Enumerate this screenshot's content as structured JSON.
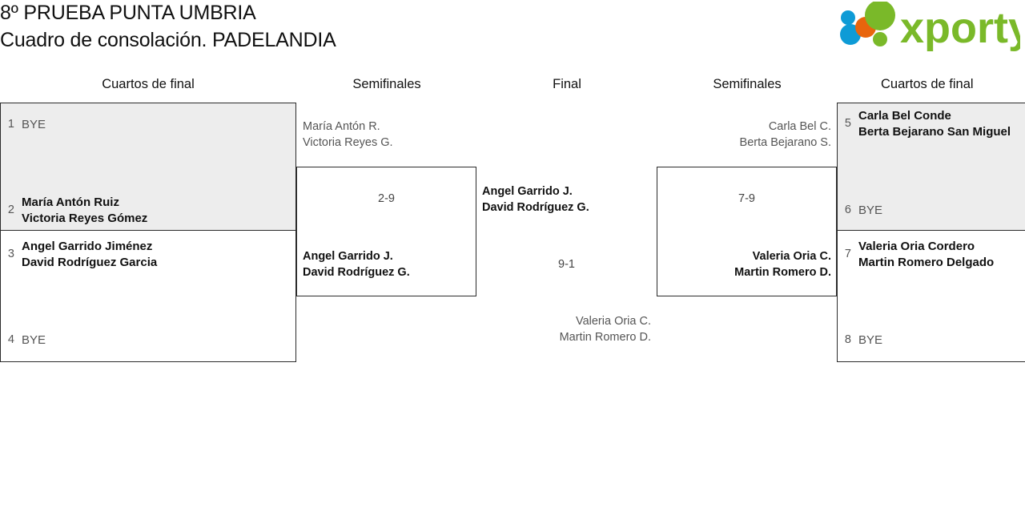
{
  "header": {
    "title_line1": "8º PRUEBA PUNTA UMBRIA",
    "title_line2": "Cuadro de consolación. PADELANDIA",
    "logo_text": "xporty",
    "logo_green": "#7AB929",
    "logo_blue": "#0E9BD6",
    "logo_orange": "#E8650D"
  },
  "rounds": [
    {
      "label": "Cuartos de final"
    },
    {
      "label": "Semifinales"
    },
    {
      "label": "Final"
    },
    {
      "label": "Semifinales"
    },
    {
      "label": "Cuartos de final"
    }
  ],
  "left_quarterfinals": {
    "slots": [
      {
        "seed": "1",
        "bye": true,
        "line1": "BYE",
        "line2": ""
      },
      {
        "seed": "2",
        "bye": false,
        "line1": "María Antón Ruiz",
        "line2": "Victoria Reyes Gómez"
      },
      {
        "seed": "3",
        "bye": false,
        "line1": "Angel Garrido Jiménez",
        "line2": "David Rodríguez Garcia"
      },
      {
        "seed": "4",
        "bye": true,
        "line1": "BYE",
        "line2": ""
      }
    ]
  },
  "right_quarterfinals": {
    "slots": [
      {
        "seed": "5",
        "bye": false,
        "line1": "Carla Bel Conde",
        "line2": "Berta Bejarano San Miguel"
      },
      {
        "seed": "6",
        "bye": true,
        "line1": "BYE",
        "line2": ""
      },
      {
        "seed": "7",
        "bye": false,
        "line1": "Valeria Oria Cordero",
        "line2": "Martin Romero Delgado"
      },
      {
        "seed": "8",
        "bye": true,
        "line1": "BYE",
        "line2": ""
      }
    ]
  },
  "left_semifinal": {
    "score": "2-9",
    "top": {
      "line1": "María Antón R.",
      "line2": "Victoria Reyes G.",
      "result": "loser"
    },
    "bottom": {
      "line1": "Angel Garrido J.",
      "line2": "David Rodríguez G.",
      "result": "winner"
    }
  },
  "right_semifinal": {
    "score": "7-9",
    "top": {
      "line1": "Carla Bel C.",
      "line2": "Berta Bejarano S.",
      "result": "loser"
    },
    "bottom": {
      "line1": "Valeria Oria C.",
      "line2": "Martin Romero D.",
      "result": "winner"
    }
  },
  "final": {
    "score": "9-1",
    "top": {
      "line1": "Angel Garrido J.",
      "line2": "David Rodríguez G.",
      "result": "winner"
    },
    "bottom": {
      "line1": "Valeria Oria C.",
      "line2": "Martin Romero D.",
      "result": "loser"
    }
  }
}
